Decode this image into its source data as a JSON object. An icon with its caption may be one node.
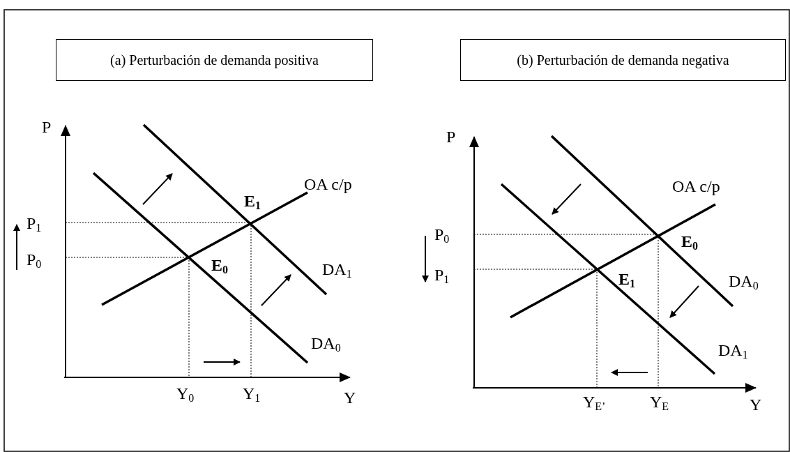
{
  "diagram": {
    "nodes": [
      {
        "text": [
          "(a) Perturbación de demanda positiva"
        ]
      },
      {
        "text": [
          "(b) Perturbación de demanda negativa"
        ]
      }
    ],
    "labels": [
      "P",
      "OA c/p",
      "E$_{1}$",
      "P$_{1}$",
      "P$_{0}$",
      "E$_{0}$",
      "DA$_{1}$",
      "DA$_{0}$",
      "Y$_{0}$",
      "Y$_{1}$",
      "Y",
      "P",
      "OA c/p",
      "P$_{0}$",
      "E$_{0}$",
      "P$_{1}$",
      "E$_{1}$",
      "DA$_{0}$",
      "DA$_{1}$",
      "Y$_{E’}$",
      "Y$_{E}$",
      "Y"
    ]
  }
}
